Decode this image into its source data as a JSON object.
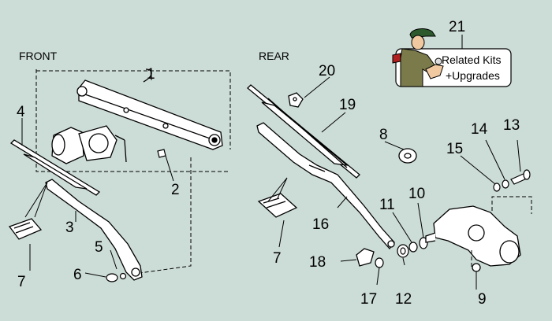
{
  "sections": {
    "front": "FRONT",
    "rear": "REAR"
  },
  "callouts": {
    "c1": "1",
    "c2": "2",
    "c3": "3",
    "c4": "4",
    "c5": "5",
    "c6": "6",
    "c7_front": "7",
    "c7_rear": "7",
    "c8": "8",
    "c9": "9",
    "c10": "10",
    "c11": "11",
    "c12": "12",
    "c13": "13",
    "c14": "14",
    "c15": "15",
    "c16": "16",
    "c17": "17",
    "c18": "18",
    "c19": "19",
    "c20": "20",
    "c21": "21"
  },
  "related_kits": {
    "line1": "Related Kits",
    "line2": "+Upgrades"
  },
  "colors": {
    "background": "#ccdcd6",
    "part_fill": "#ffffff",
    "stroke": "#000000"
  }
}
